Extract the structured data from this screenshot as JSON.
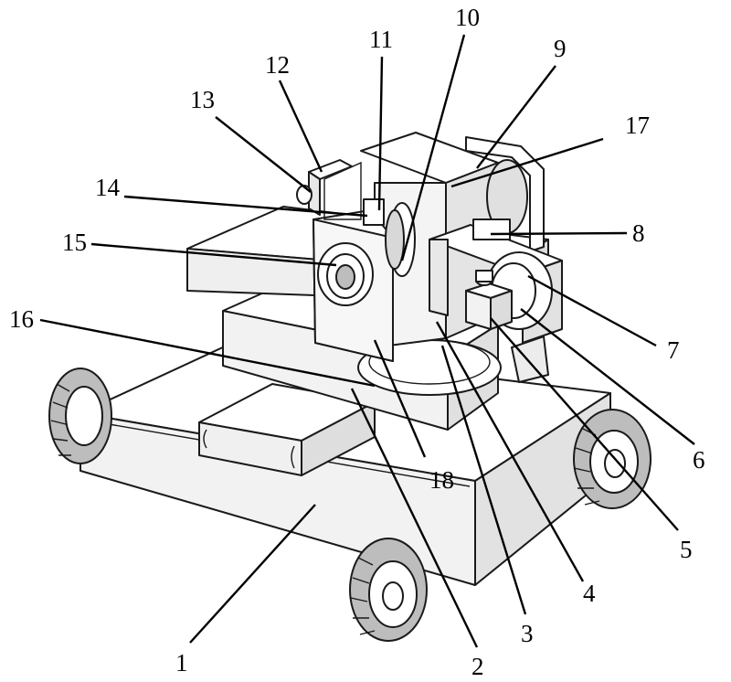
{
  "labels": [
    {
      "id": "1",
      "text": "1"
    },
    {
      "id": "2",
      "text": "2"
    },
    {
      "id": "3",
      "text": "3"
    },
    {
      "id": "4",
      "text": "4"
    },
    {
      "id": "5",
      "text": "5"
    },
    {
      "id": "6",
      "text": "6"
    },
    {
      "id": "7",
      "text": "7"
    },
    {
      "id": "8",
      "text": "8"
    },
    {
      "id": "9",
      "text": "9"
    },
    {
      "id": "10",
      "text": "10"
    },
    {
      "id": "11",
      "text": "11"
    },
    {
      "id": "12",
      "text": "12"
    },
    {
      "id": "13",
      "text": "13"
    },
    {
      "id": "14",
      "text": "14"
    },
    {
      "id": "15",
      "text": "15"
    },
    {
      "id": "16",
      "text": "16"
    },
    {
      "id": "17",
      "text": "17"
    },
    {
      "id": "18",
      "text": "18"
    }
  ]
}
